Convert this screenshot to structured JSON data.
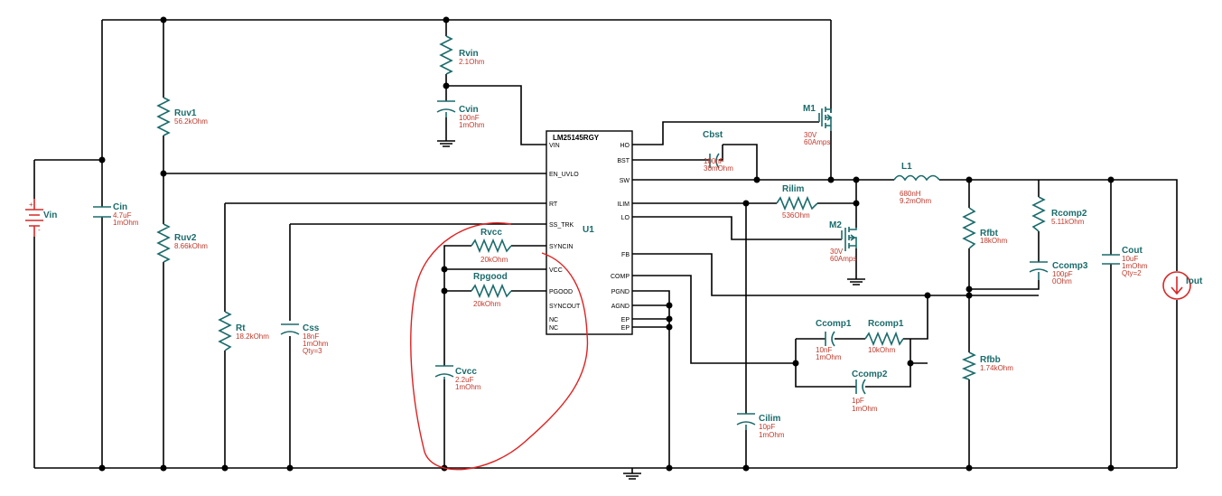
{
  "ic": {
    "part": "LM25145RGY",
    "ref": "U1",
    "pins_left": [
      "VIN",
      "EN_UVLO",
      "RT",
      "SS_TRK",
      "SYNCIN",
      "VCC",
      "PGOOD",
      "SYNCOUT",
      "NC",
      "NC"
    ],
    "pins_right": [
      "HO",
      "BST",
      "SW",
      "ILIM",
      "LO",
      "FB",
      "COMP",
      "PGND",
      "AGND",
      "EP",
      "EP"
    ]
  },
  "components": {
    "vin": {
      "ref": "Vin"
    },
    "rvin": {
      "ref": "Rvin",
      "v1": "2.1Ohm"
    },
    "cvin": {
      "ref": "Cvin",
      "v1": "100nF",
      "v2": "1mOhm"
    },
    "ruv1": {
      "ref": "Ruv1",
      "v1": "56.2kOhm"
    },
    "ruv2": {
      "ref": "Ruv2",
      "v1": "8.66kOhm"
    },
    "cin": {
      "ref": "Cin",
      "v1": "4.7uF",
      "v2": "1mOhm"
    },
    "rt": {
      "ref": "Rt",
      "v1": "18.2kOhm"
    },
    "css": {
      "ref": "Css",
      "v1": "18nF",
      "v2": "1mOhm",
      "v3": "Qty=3"
    },
    "rvcc": {
      "ref": "Rvcc",
      "v1": "20kOhm"
    },
    "rpgood": {
      "ref": "Rpgood",
      "v1": "20kOhm"
    },
    "cvcc": {
      "ref": "Cvcc",
      "v1": "2.2uF",
      "v2": "1mOhm"
    },
    "m1": {
      "ref": "M1",
      "v1": "30V",
      "v2": "60Amps"
    },
    "m2": {
      "ref": "M2",
      "v1": "30V",
      "v2": "60Amps"
    },
    "cbst": {
      "ref": "Cbst",
      "v1": "100nF",
      "v2": "30mOhm"
    },
    "rilim": {
      "ref": "Rilim",
      "v1": "536Ohm"
    },
    "l1": {
      "ref": "L1",
      "v1": "680nH",
      "v2": "9.2mOhm"
    },
    "rfbt": {
      "ref": "Rfbt",
      "v1": "18kOhm"
    },
    "rfbb": {
      "ref": "Rfbb",
      "v1": "1.74kOhm"
    },
    "rcomp2": {
      "ref": "Rcomp2",
      "v1": "5.11kOhm"
    },
    "ccomp3": {
      "ref": "Ccomp3",
      "v1": "100pF",
      "v2": "0Ohm"
    },
    "ccomp1": {
      "ref": "Ccomp1",
      "v1": "10nF",
      "v2": "1mOhm"
    },
    "rcomp1": {
      "ref": "Rcomp1",
      "v1": "10kOhm"
    },
    "ccomp2": {
      "ref": "Ccomp2",
      "v1": "1pF",
      "v2": "1mOhm"
    },
    "cilim": {
      "ref": "Cilim",
      "v1": "10pF",
      "v2": "1mOhm"
    },
    "cout": {
      "ref": "Cout",
      "v1": "10uF",
      "v2": "1mOhm",
      "v3": "Qty=2"
    },
    "iout": {
      "ref": "Iout"
    }
  },
  "colors": {
    "wire": "#000000",
    "component": "#1b6b6b",
    "value": "#c0392b",
    "source": "#d62828",
    "annotation": "#e02020"
  }
}
